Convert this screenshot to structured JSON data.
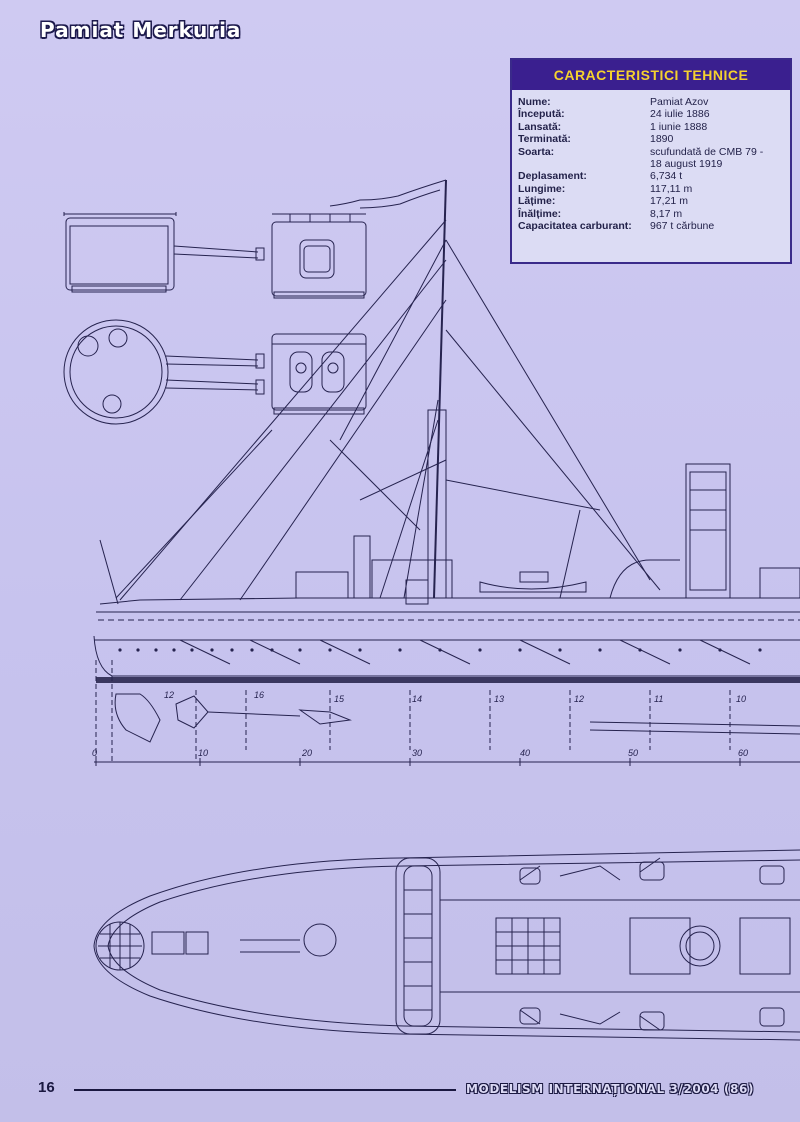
{
  "header": {
    "title": "Pamiat Merkuria"
  },
  "specs": {
    "title": "CARACTERISTICI TEHNICE",
    "rows": [
      {
        "key": "Nume:",
        "value": "Pamiat Azov"
      },
      {
        "key": "Începută:",
        "value": "24 iulie 1886"
      },
      {
        "key": "Lansată:",
        "value": "1 iunie 1888"
      },
      {
        "key": "Terminată:",
        "value": "1890"
      },
      {
        "key": "Soarta:",
        "value": "scufundată de CMB 79 -"
      },
      {
        "key": "",
        "value": "18 august 1919"
      },
      {
        "key": "Deplasament:",
        "value": "6,734 t"
      },
      {
        "key": "Lungime:",
        "value": "117,11 m"
      },
      {
        "key": "Lățime:",
        "value": "17,21 m"
      },
      {
        "key": "Înălțime:",
        "value": "8,17 m"
      },
      {
        "key": "Capacitatea carburant:",
        "value": "967 t cărbune"
      }
    ]
  },
  "drawing": {
    "frame_numbers": [
      "12",
      "16",
      "15",
      "14",
      "13",
      "12",
      "11",
      "10"
    ],
    "scale_numbers": [
      "0",
      "10",
      "20",
      "30",
      "40",
      "50",
      "60"
    ]
  },
  "footer": {
    "page_number": "16",
    "magazine": "MODELISM INTERNAȚIONAL 3/2004 (86)"
  },
  "colors": {
    "background": "#c9c4ef",
    "panel_header": "#3a1f8f",
    "panel_title": "#f5d22e",
    "ink": "#26234f"
  }
}
